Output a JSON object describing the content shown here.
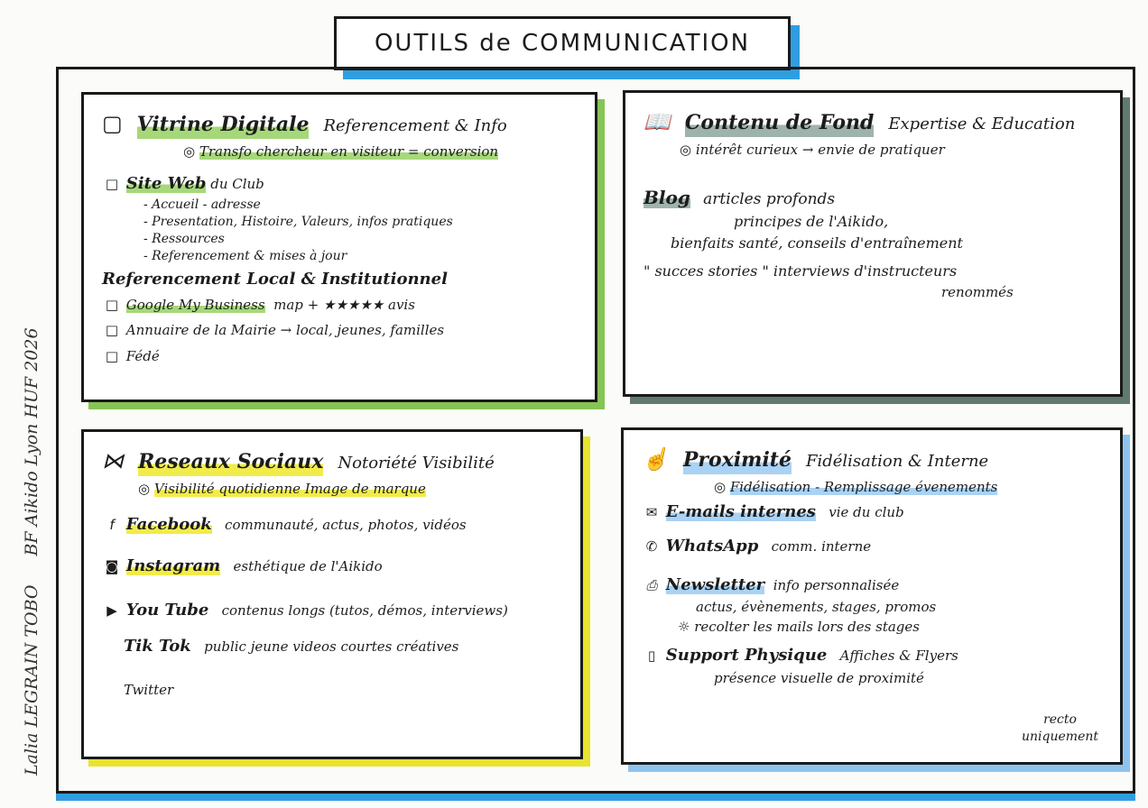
{
  "title": "OUTILS de COMMUNICATION",
  "side_caption": [
    "Lalia LEGRAIN TOBO",
    "BF Aikido Lyon HUF 2026"
  ],
  "vitrine": {
    "name": "Vitrine Digitale",
    "sub": "Referencement & Info",
    "goal": "Transfo chercheur en visiteur = conversion",
    "site": "Site Web",
    "site_suffix": "du Club",
    "site_items": [
      "- Accueil - adresse",
      "- Presentation, Histoire, Valeurs, infos pratiques",
      "- Ressources",
      "- Referencement & mises à jour"
    ],
    "ref_title": "Referencement Local & Institutionnel",
    "gmb": "Google My Business",
    "gmb_note": "map + ★★★★★ avis",
    "annuaire": "Annuaire de la Mairie → local, jeunes, familles",
    "fede": "Fédé"
  },
  "contenu": {
    "name": "Contenu de Fond",
    "sub": "Expertise & Education",
    "goal": "intérêt curieux → envie de pratiquer",
    "blog": "Blog",
    "blog_1": "articles profonds",
    "blog_2": "principes de l'Aikido,",
    "blog_3": "bienfaits santé, conseils d'entraînement",
    "blog_4": "\" succes stories \"   interviews d'instructeurs",
    "blog_5": "renommés"
  },
  "reseaux": {
    "name": "Reseaux Sociaux",
    "sub": "Notoriété Visibilité",
    "goal": "Visibilité quotidienne Image de marque",
    "facebook": "Facebook",
    "facebook_note": "communauté, actus, photos, vidéos",
    "instagram": "Instagram",
    "instagram_note": "esthétique de l'Aikido",
    "youtube": "You Tube",
    "youtube_note": "contenus longs (tutos, démos, interviews)",
    "tiktok": "Tik Tok",
    "tiktok_note": "public jeune videos courtes créatives",
    "twitter": "Twitter"
  },
  "proximite": {
    "name": "Proximité",
    "sub": "Fidélisation & Interne",
    "goal": "Fidélisation - Remplissage évenements",
    "emails": "E-mails internes",
    "emails_note": "vie du club",
    "whatsapp": "WhatsApp",
    "whatsapp_note": "comm. interne",
    "newsletter": "Newsletter",
    "newsletter_note": "info personnalisée",
    "newsletter_2": "actus, évènements, stages, promos",
    "newsletter_3": "recolter les mails lors des stages",
    "support": "Support Physique",
    "support_note": "Affiches & Flyers",
    "support_2": "présence visuelle de proximité",
    "recto": "recto",
    "recto_2": "uniquement"
  },
  "colors": {
    "green": "#86c455",
    "grey": "#607a70",
    "yellow": "#e9e32f",
    "blue": "#8ec3ee",
    "shadow_blue": "#2f9ee0"
  },
  "icons": [
    "monitor-icon",
    "target-icon",
    "book-icon",
    "share-network-icon",
    "facebook-icon",
    "instagram-icon",
    "youtube-icon",
    "envelope-icon",
    "whatsapp-icon",
    "newsletter-icon",
    "lightbulb-icon",
    "flyer-icon",
    "hand-heart-icon",
    "checkbox-icon"
  ]
}
